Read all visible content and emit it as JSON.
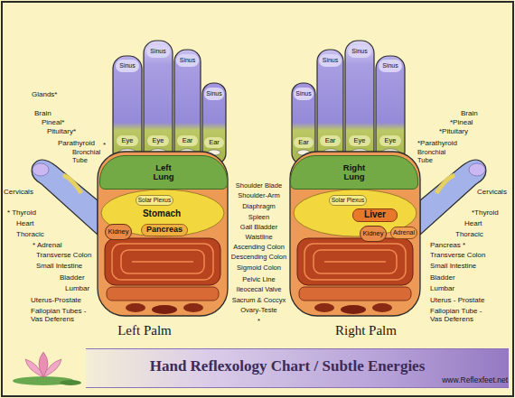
{
  "diagram": {
    "title": "Hand Reflexology Chart / Subtle Energies",
    "nodes": [
      {
        "text": [
          "Sinus"
        ]
      },
      {
        "text": [
          "Sinus"
        ]
      },
      {
        "text": [
          "Sinus"
        ]
      },
      {
        "text": [
          "Sinus"
        ]
      },
      {
        "text": [
          "Eye"
        ]
      },
      {
        "text": [
          "Eye"
        ]
      },
      {
        "text": [
          "Ear"
        ]
      },
      {
        "text": [
          "Ear"
        ]
      },
      {
        "text": [
          "Left Lung"
        ]
      },
      {
        "text": [
          "Solar Plexus"
        ]
      },
      {
        "text": [
          "Stomach"
        ]
      },
      {
        "text": [
          "Kidney"
        ]
      },
      {
        "text": [
          "Pancreas"
        ]
      },
      {
        "text": [
          "Sinus"
        ]
      },
      {
        "text": [
          "Sinus"
        ]
      },
      {
        "text": [
          "Sinus"
        ]
      },
      {
        "text": [
          "Sinus"
        ]
      },
      {
        "text": [
          "Ear"
        ]
      },
      {
        "text": [
          "Ear"
        ]
      },
      {
        "text": [
          "Eye"
        ]
      },
      {
        "text": [
          "Eye"
        ]
      },
      {
        "text": [
          "Right Lung"
        ]
      },
      {
        "text": [
          "Solar Plexus"
        ]
      },
      {
        "text": [
          "Liver"
        ]
      },
      {
        "text": [
          "Kidney"
        ]
      },
      {
        "text": [
          "Adrenal"
        ]
      }
    ],
    "labels": [
      "Glands*",
      "Brain",
      "Pineal*",
      "Pituitary*",
      "Parathyroid",
      "*",
      "Bronchial Tube",
      "Cervicals",
      "* Thyroid",
      "Heart",
      "Thoracic",
      "* Adrenal",
      "Transverse Colon",
      "Small Intestine",
      "Bladder",
      "Lumbar",
      "Uterus-Prostate",
      "Fallopian Tubes -Vas Deferens",
      "Shoulder Blade",
      "Shoulder-Arm",
      "Diaphragm",
      "Spleen",
      "Gall Bladder",
      "Waistline",
      "Ascending Colon",
      "Descending Colon",
      "Sigmoid Colon",
      "Pelvic Line",
      "Ileocecal Valve",
      "Sacrum & Coccyx",
      "Ovary-Teste",
      "*",
      "Brain",
      "*Pineal",
      "*Pituitary",
      "*Parathyroid",
      "Bronchial Tube",
      "Cervicals",
      "*Thyroid",
      "Heart",
      "Thoracic",
      "Pancreas *",
      "Transverse Colon",
      "Small Intestine",
      "Bladder",
      "Lumbar",
      "Uterus - Prostate",
      "Fallopian Tube - Vas Deferens",
      "Left Palm",
      "Right Palm",
      "www.Reflexfeet.net"
    ]
  }
}
